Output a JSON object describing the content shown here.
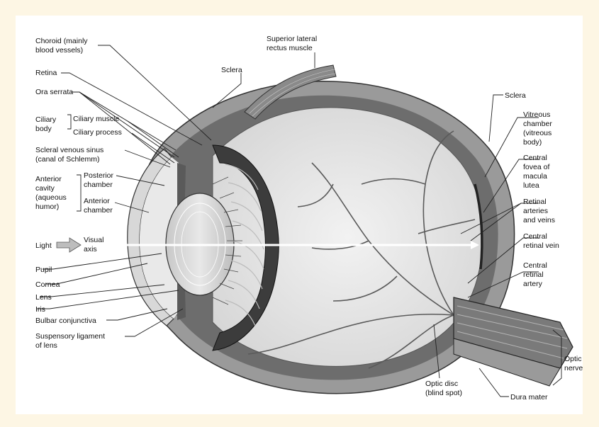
{
  "labels": {
    "choroid_1": "Choroid (mainly",
    "choroid_2": "blood vessels)",
    "retina": "Retina",
    "ora_serrata": "Ora serrata",
    "ciliary_body_1": "Ciliary",
    "ciliary_body_2": "body",
    "ciliary_muscle": "Ciliary muscle",
    "ciliary_process": "Ciliary process",
    "scleral_sinus_1": "Scleral venous sinus",
    "scleral_sinus_2": "(canal of Schlemm)",
    "anterior_cavity_1": "Anterior",
    "anterior_cavity_2": "cavity",
    "anterior_cavity_3": "(aqueous",
    "anterior_cavity_4": "humor)",
    "posterior_chamber_1": "Posterior",
    "posterior_chamber_2": "chamber",
    "anterior_chamber_1": "Anterior",
    "anterior_chamber_2": "chamber",
    "light": "Light",
    "visual_axis_1": "Visual",
    "visual_axis_2": "axis",
    "pupil": "Pupil",
    "cornea": "Cornea",
    "lens": "Lens",
    "iris": "Iris",
    "bulbar_conjunctiva": "Bulbar conjunctiva",
    "suspensory_1": "Suspensory ligament",
    "suspensory_2": "of lens",
    "superior_rectus_1": "Superior lateral",
    "superior_rectus_2": "rectus muscle",
    "sclera_top": "Sclera",
    "sclera_right": "Sclera",
    "vitreous_1": "Vitreous",
    "vitreous_2": "chamber",
    "vitreous_3": "(vitreous",
    "vitreous_4": "body)",
    "fovea_1": "Central",
    "fovea_2": "fovea of",
    "fovea_3": "macula",
    "fovea_4": "lutea",
    "retinal_arteries_1": "Retinal",
    "retinal_arteries_2": "arteries",
    "retinal_arteries_3": "and veins",
    "central_vein_1": "Central",
    "central_vein_2": "retinal vein",
    "central_artery_1": "Central",
    "central_artery_2": "retinal",
    "central_artery_3": "artery",
    "optic_nerve_1": "Optic",
    "optic_nerve_2": "nerve",
    "optic_disc_1": "Optic disc",
    "optic_disc_2": "(blind spot)",
    "dura_mater": "Dura mater"
  }
}
